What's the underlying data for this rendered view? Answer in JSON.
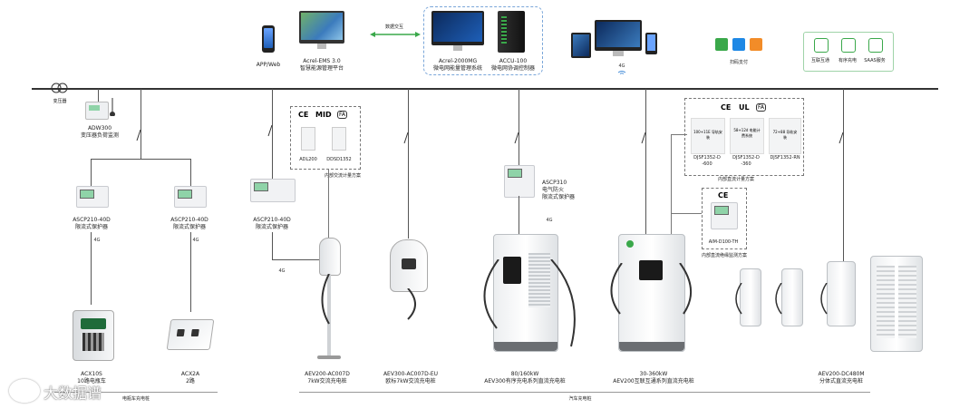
{
  "top": {
    "app_web": "APP/Web",
    "ems_line1": "Acrel-EMS 3.0",
    "ems_line2": "智慧能源管理平台",
    "data_exchange": "数据交互",
    "mg_line1": "Acrel-2000MG",
    "mg_line2": "微电网能量管理系统",
    "accu_line1": "ACCU-100",
    "accu_line2": "微电网协调控制器",
    "g4": "4G",
    "scan_pay": "扫码支付",
    "interop": "互联互通",
    "orderly": "有序充电",
    "saas": "SAAS服务"
  },
  "transformer": "变压器",
  "adw300": {
    "line1": "ADW300",
    "line2": "变压器负荷监测"
  },
  "ascp_a": {
    "line1": "ASCP210-40D",
    "line2": "限流式保护器"
  },
  "ascp_b": {
    "line1": "ASCP210-40D",
    "line2": "限流式保护器"
  },
  "ascp_c": {
    "line1": "ASCP210-40D",
    "line2": "限流式保护器"
  },
  "ascp310": {
    "line1": "ASCP310",
    "line2": "电气防火",
    "line3": "限流式保护器"
  },
  "g4_labels": [
    "4G",
    "4G",
    "4G",
    "4G"
  ],
  "ac_metering": {
    "ce": "CE",
    "mid": "MID",
    "fa": "FA",
    "m1": "ADL200",
    "m2": "DDSD1352",
    "title": "内部交流计量方案"
  },
  "dc_metering": {
    "ce": "CE",
    "ul": "UL",
    "fa": "FA",
    "m1_inner": "100+11E 导轨安装",
    "m2_inner": "58+12d 电能计 费系统",
    "m3_inner": "72+88 导轨安装",
    "m1": "DJSF1352-D",
    "m1b": "-600",
    "m2": "DJSF1352-D",
    "m2b": "-360",
    "m3": "DJSF1352-RN",
    "title": "内部直流计量方案"
  },
  "insulation": {
    "ce": "CE",
    "model": "AIM-D100-TH",
    "title": "内部直流绝缘监测方案"
  },
  "chargers": {
    "acx10s_1": "ACX10S",
    "acx10s_2": "10路电瓶车",
    "acx2a_1": "ACX2A",
    "acx2a_2": "2路",
    "ac007d_1": "AEV200-AC007D",
    "ac007d_2": "7kW交流充电桩",
    "ac007deu_1": "AEV300-AC007D-EU",
    "ac007deu_2": "欧标7kW交流充电桩",
    "dc80_1": "80/160kW",
    "dc80_2": "AEV300有序充电系列直流充电桩",
    "dc30_1": "30-360kW",
    "dc30_2": "AEV200互联互通系列直流充电桩",
    "dc480_1": "AEV200-DC480M",
    "dc480_2": "分体式直流充电桩"
  },
  "bottom": {
    "ebike": "电瓶车充电桩",
    "car": "汽车充电桩"
  },
  "watermark": "大数据谱",
  "colors": {
    "green": "#3aa84a",
    "wire": "#555555",
    "screen_blue": "#1e5fb8"
  }
}
